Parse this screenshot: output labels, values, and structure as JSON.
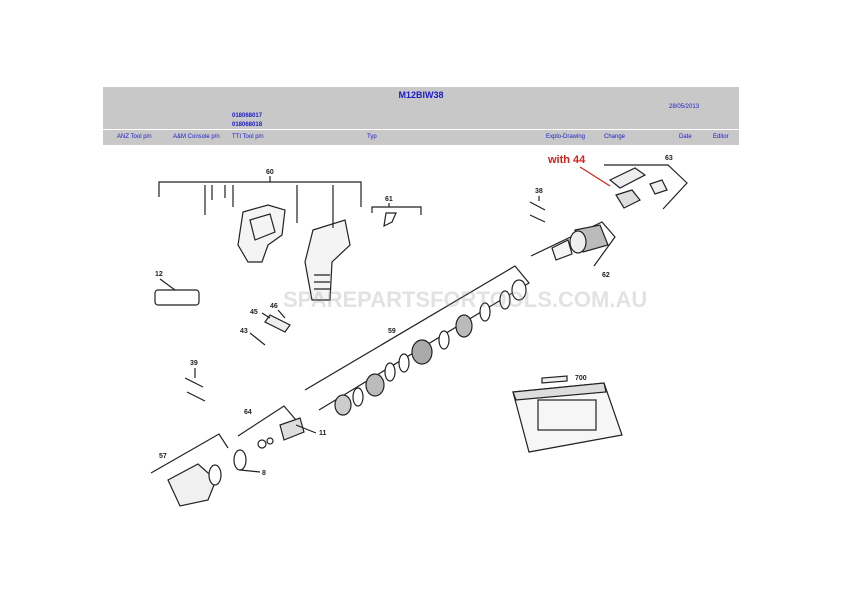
{
  "header": {
    "title": "M12BIW38",
    "date": "28/05/2013",
    "part_numbers": [
      "018068017",
      "018068018"
    ],
    "columns": [
      "ANZ Tool p/n",
      "A&M Console p/n",
      "TTI Tool p/n",
      "Typ",
      "Explo-Drawing",
      "Change",
      "Date",
      "Editor"
    ]
  },
  "drawing": {
    "annotation": "with 44",
    "watermark": "SPAREPARTSFORTOOLS.COM.AU",
    "callouts": [
      "60",
      "61",
      "38",
      "63",
      "12",
      "46",
      "45",
      "43",
      "62",
      "59",
      "39",
      "64",
      "11",
      "57",
      "8",
      "700"
    ]
  }
}
